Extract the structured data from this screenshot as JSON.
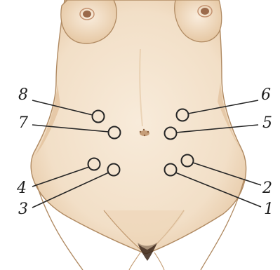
{
  "figure": {
    "colors": {
      "background": "#ffffff",
      "skin_light": "#f6e7d3",
      "skin_mid": "#efd8bf",
      "skin_shadow": "#dfb98f",
      "outline": "#a57b52",
      "port_ring": "#262626",
      "leader_line": "#262626",
      "label": "#1e1e1e"
    },
    "ports": [
      {
        "label": "1"
      },
      {
        "label": "2"
      },
      {
        "label": "3"
      },
      {
        "label": "4"
      },
      {
        "label": "5"
      },
      {
        "label": "6"
      },
      {
        "label": "7"
      },
      {
        "label": "8"
      }
    ]
  }
}
